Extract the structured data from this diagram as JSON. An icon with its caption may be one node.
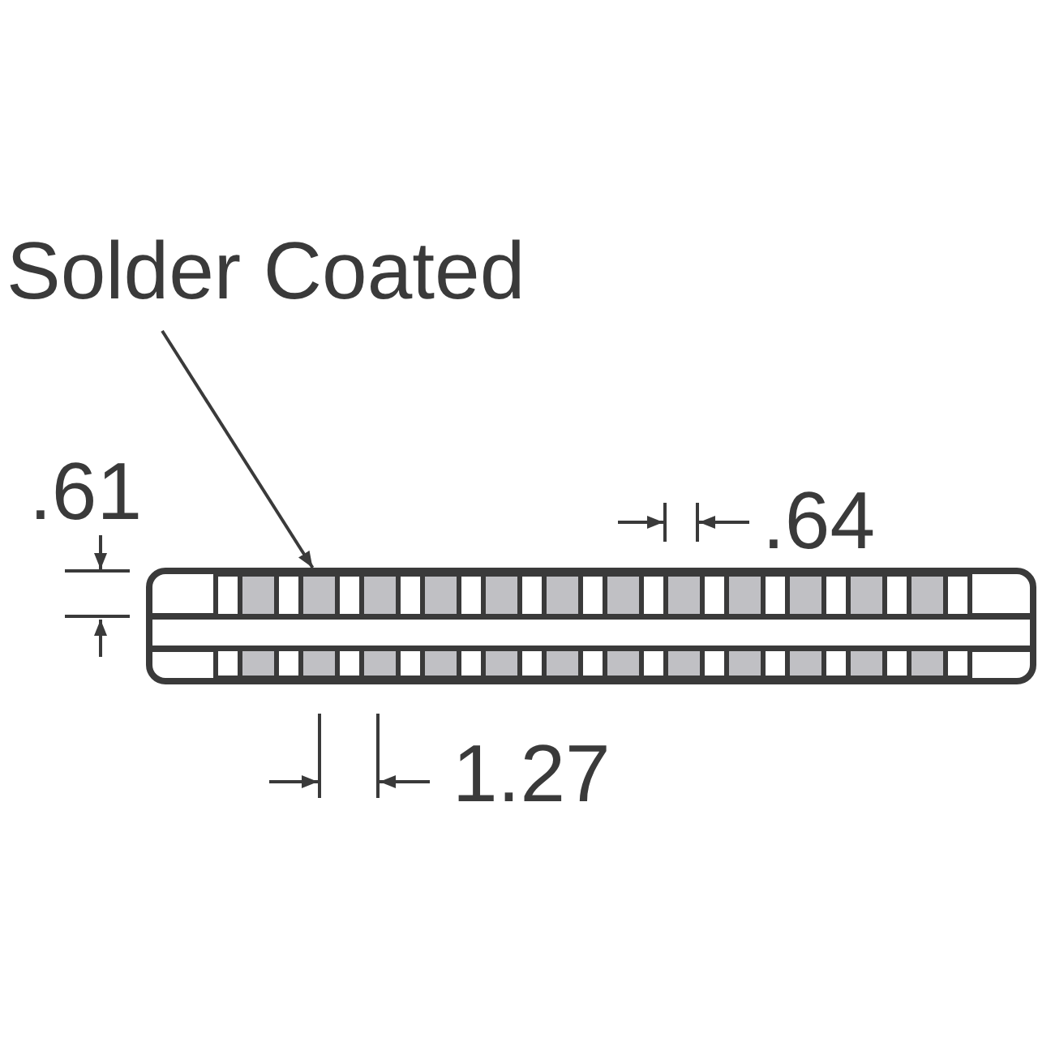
{
  "diagram": {
    "nodes": [
      {
        "text": [
          "Solder Coated"
        ]
      },
      {
        "text": [],
        "shape": "box"
      }
    ],
    "edges": [
      {
        "from": 0,
        "to": 1,
        "arrow": "to"
      }
    ],
    "labels": [
      ".61",
      ".64",
      "1.27"
    ]
  }
}
